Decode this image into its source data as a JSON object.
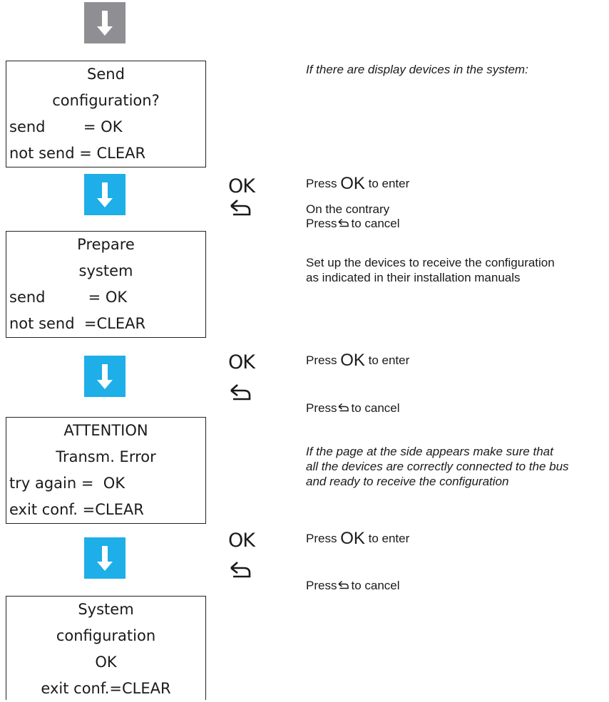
{
  "colors": {
    "gray_arrow": "#8f8f93",
    "blue_arrow": "#1eaee8"
  },
  "screens": [
    {
      "lines": [
        "Send",
        "configuration?",
        "send        = OK",
        "not send = CLEAR"
      ]
    },
    {
      "lines": [
        "Prepare",
        "system",
        "send         = OK",
        "not send  =CLEAR"
      ]
    },
    {
      "lines": [
        "ATTENTION",
        "Transm. Error",
        "try again =  OK",
        "exit conf. =CLEAR"
      ]
    },
    {
      "lines": [
        "System",
        "configuration",
        "OK",
        "exit conf.=CLEAR"
      ]
    }
  ],
  "ok_label": "OK",
  "notes": {
    "display_devices": "If there are display devices in the system:",
    "press": "Press",
    "to_enter": "to enter",
    "to_cancel": "to cancel",
    "on_the_contrary": "On the contrary",
    "setup_line1": "Set up the devices to receive the configuration",
    "setup_line2": "as indicated in their installation manuals",
    "error_line1": "If the page at the side appears make sure that",
    "error_line2": "all the devices are correctly connected to the bus",
    "error_line3": "and ready to receive the configuration"
  }
}
